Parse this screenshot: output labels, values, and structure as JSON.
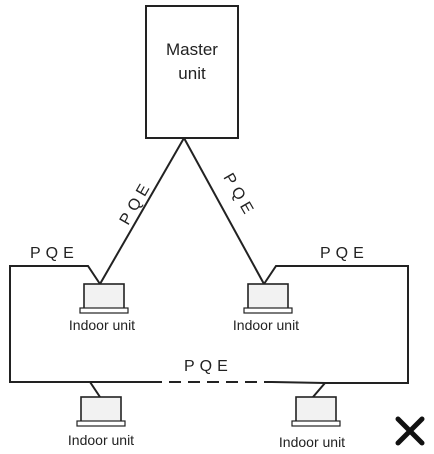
{
  "diagram": {
    "master_unit": {
      "line1": "Master",
      "line2": "unit"
    },
    "bus_labels": {
      "left_diagonal": "PQE",
      "right_diagonal": "PQE",
      "left_horizontal": "PQE",
      "right_horizontal": "PQE",
      "bottom_middle": "PQE"
    },
    "indoor_units": [
      {
        "label": "Indoor unit"
      },
      {
        "label": "Indoor unit"
      },
      {
        "label": "Indoor unit"
      },
      {
        "label": "Indoor unit"
      }
    ],
    "result_mark": {
      "symbol": "✖",
      "meaning": "incorrect wiring"
    },
    "colors": {
      "line": "#222222",
      "unit_fill": "#f2f2f2"
    }
  }
}
